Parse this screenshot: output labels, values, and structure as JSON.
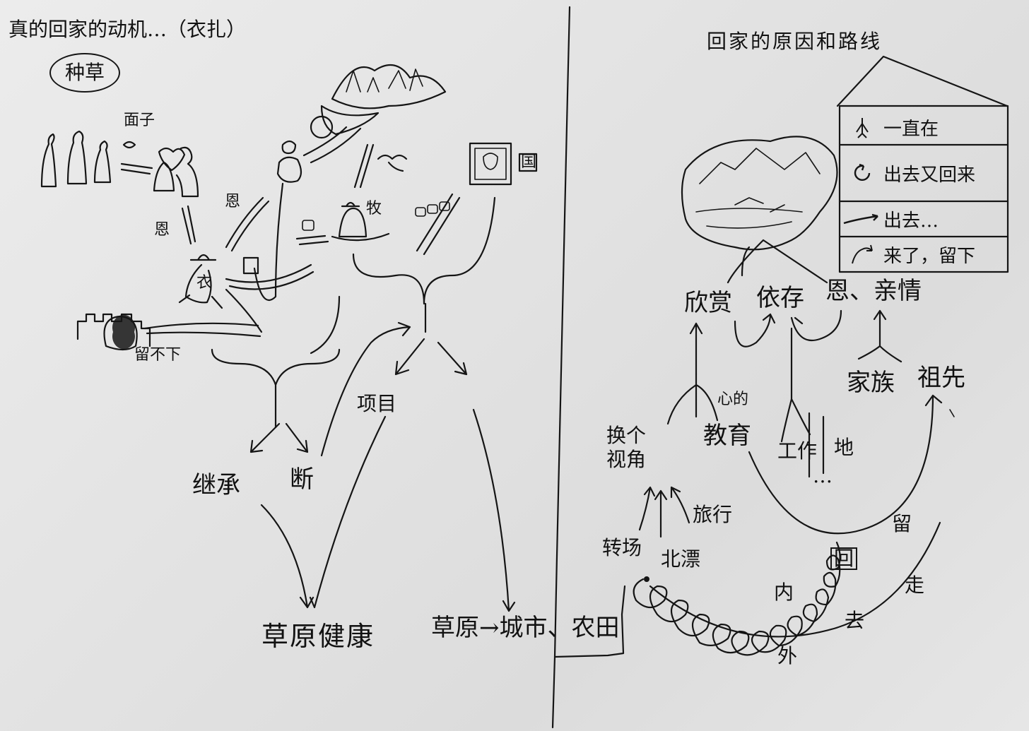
{
  "left": {
    "title": "真的回家的动机…（衣扎）",
    "circled_label": "种草",
    "labels": {
      "mianzi": "面子",
      "en_left": "恩",
      "en_mid": "恩",
      "guo": "国",
      "mu": "牧",
      "yi": "衣",
      "liubuxia": "留不下",
      "xiangmu": "项目",
      "jicheng": "继承",
      "duan": "断",
      "caoyuan_jiankang": "草原健康",
      "caoyuan_chengshi": "草原→城市、农田"
    }
  },
  "right": {
    "title": "回家的原因和路线",
    "legend": [
      {
        "icon": "figure-standing-icon",
        "text": "一直在"
      },
      {
        "icon": "loop-arrow-icon",
        "text": "出去又回来"
      },
      {
        "icon": "arrow-out-icon",
        "text": "出去…"
      },
      {
        "icon": "arrow-in-icon",
        "text": "来了，留下"
      }
    ],
    "labels": {
      "xinshang": "欣赏",
      "yicun": "依存",
      "enqinqing": "恩、亲情",
      "jiazu": "家族",
      "zuxian": "祖先",
      "xinde": "心的",
      "jiaoyu": "教育",
      "huangeshijiao": "换个视角",
      "gongzuo": "工作",
      "di": "地",
      "dots": "…",
      "lvxing": "旅行",
      "zhuanchang": "转场",
      "beipiao": "北漂",
      "nei": "内",
      "wai": "外",
      "hui": "回",
      "qu": "去",
      "liu": "留",
      "zou": "走"
    }
  }
}
